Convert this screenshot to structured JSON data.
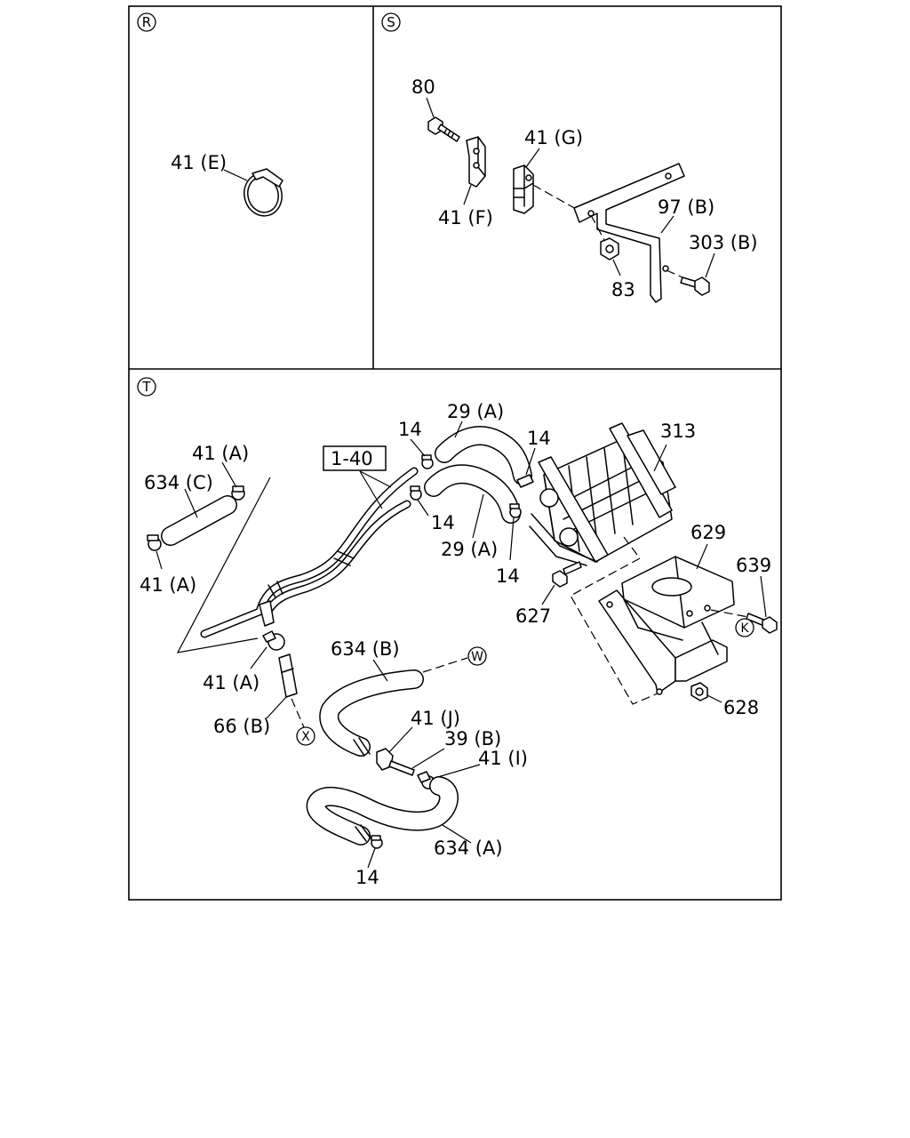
{
  "sections": {
    "r": "R",
    "s": "S",
    "t": "T"
  },
  "callouts": {
    "c41e": "41 (E)",
    "c80": "80",
    "c41g": "41 (G)",
    "c41f": "41 (F)",
    "c97b": "97 (B)",
    "c303b": "303 (B)",
    "c83": "83",
    "c14a": "14",
    "c29a_top": "29 (A)",
    "c14b": "14",
    "c313": "313",
    "c140": "1-40",
    "c41a_top": "41 (A)",
    "c634c": "634 (C)",
    "c14c": "14",
    "c29a_mid": "29 (A)",
    "c14d": "14",
    "c629": "629",
    "c639": "639",
    "c41a_left": "41 (A)",
    "c627": "627",
    "c634b": "634 (B)",
    "c41a_low": "41 (A)",
    "c66b": "66 (B)",
    "c41j": "41 (J)",
    "c39b": "39 (B)",
    "c41i": "41 (I)",
    "c628": "628",
    "c634a": "634 (A)",
    "c14e": "14"
  },
  "refs": {
    "w": "W",
    "x": "X",
    "k": "K"
  }
}
